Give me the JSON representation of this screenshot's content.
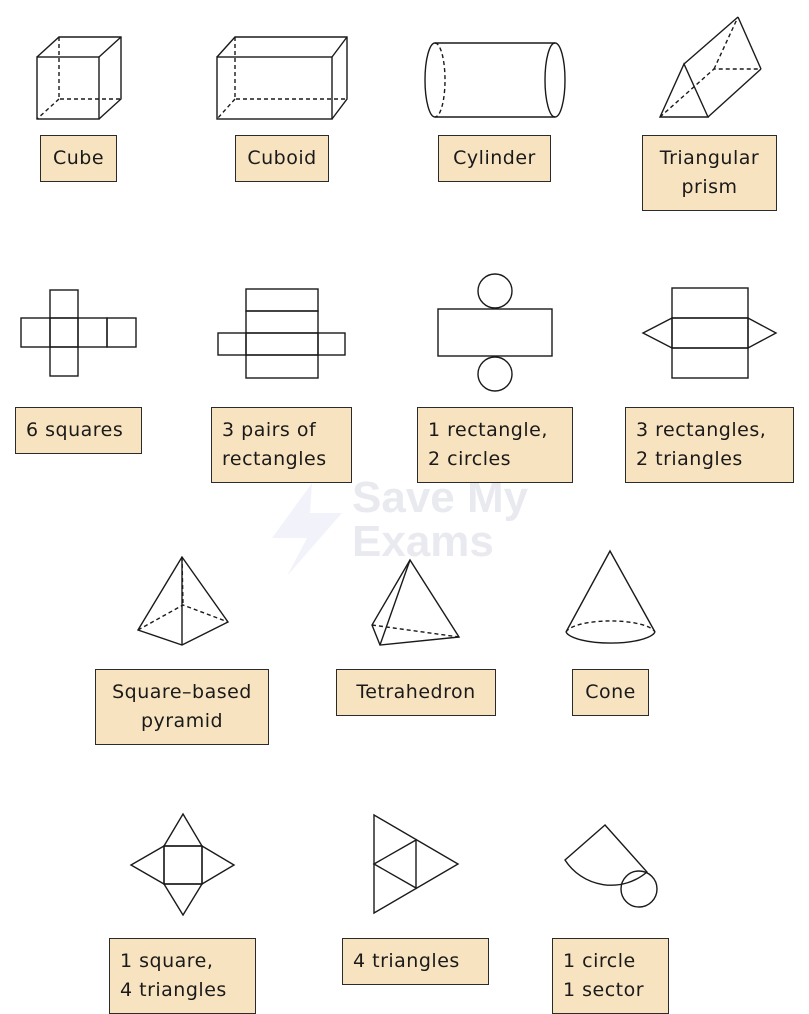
{
  "watermark": [
    "Save My",
    "Exams"
  ],
  "solids": [
    {
      "name": "Cube",
      "lines": [
        "Cube"
      ]
    },
    {
      "name": "Cuboid",
      "lines": [
        "Cuboid"
      ]
    },
    {
      "name": "Cylinder",
      "lines": [
        "Cylinder"
      ]
    },
    {
      "name": "Triangular prism",
      "lines": [
        "Triangular",
        "prism"
      ]
    },
    {
      "name": "Square-based pyramid",
      "lines": [
        "Square–based",
        "pyramid"
      ]
    },
    {
      "name": "Tetrahedron",
      "lines": [
        "Tetrahedron"
      ]
    },
    {
      "name": "Cone",
      "lines": [
        "Cone"
      ]
    }
  ],
  "nets": [
    {
      "lines": [
        "6 squares"
      ]
    },
    {
      "lines": [
        "3 pairs of",
        "rectangles"
      ]
    },
    {
      "lines": [
        "1 rectangle,",
        "2 circles"
      ]
    },
    {
      "lines": [
        "3 rectangles,",
        "2 triangles"
      ]
    },
    {
      "lines": [
        "1 square,",
        "4 triangles"
      ]
    },
    {
      "lines": [
        "4 triangles"
      ]
    },
    {
      "lines": [
        "1 circle",
        "1 sector"
      ]
    }
  ]
}
